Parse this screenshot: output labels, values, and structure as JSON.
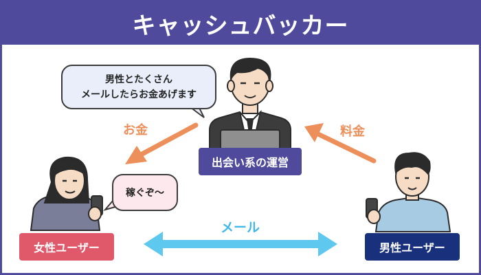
{
  "header": {
    "title": "キャッシュバッカー"
  },
  "bubbles": {
    "operator_line1": "男性とたくさん",
    "operator_line2": "メールしたらお金あげます",
    "woman": "稼ぐぞ〜"
  },
  "labels": {
    "money": "お金",
    "fee": "料金",
    "mail": "メール"
  },
  "tags": {
    "operator": "出会い系の運営",
    "female_user": "女性ユーザー",
    "male_user": "男性ユーザー"
  },
  "colors": {
    "header_bg": "#4f4a9c",
    "arrow_orange": "#ec8f5a",
    "arrow_blue": "#5ec8ef",
    "female_tag": "#e0596b",
    "male_tag": "#19317c"
  }
}
